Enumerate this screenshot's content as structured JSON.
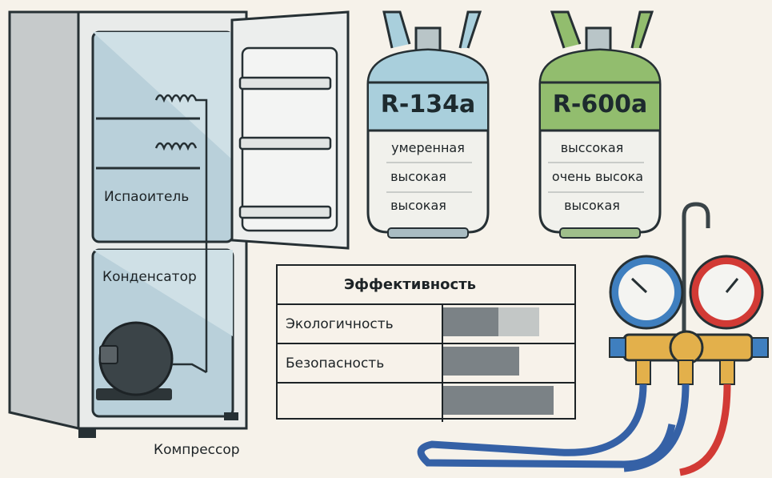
{
  "fridge": {
    "evaporator_label": "Испаоитель",
    "condenser_label": "Конденсатор",
    "compressor_label": "Компрессор"
  },
  "tanks": [
    {
      "name": "R-134a",
      "color": "#a9cfdc",
      "rows": [
        "умеренная",
        "высокая",
        "высокая"
      ]
    },
    {
      "name": "R-600a",
      "color": "#92bd6e",
      "rows": [
        "выссокая",
        "очень высока",
        "высокая"
      ]
    }
  ],
  "table": {
    "title": "Эффективность",
    "rows": [
      {
        "label": "Экологичность",
        "value": 0.42,
        "secondary": 0.73
      },
      {
        "label": "Безопасность",
        "value": 0.58
      },
      {
        "label": "",
        "value": 0.84
      }
    ],
    "bar_color": "#7b8286",
    "bar_secondary_color": "#c3c7c6"
  },
  "gauges": {
    "low_color": "#3f7fbf",
    "high_color": "#d23a35"
  }
}
